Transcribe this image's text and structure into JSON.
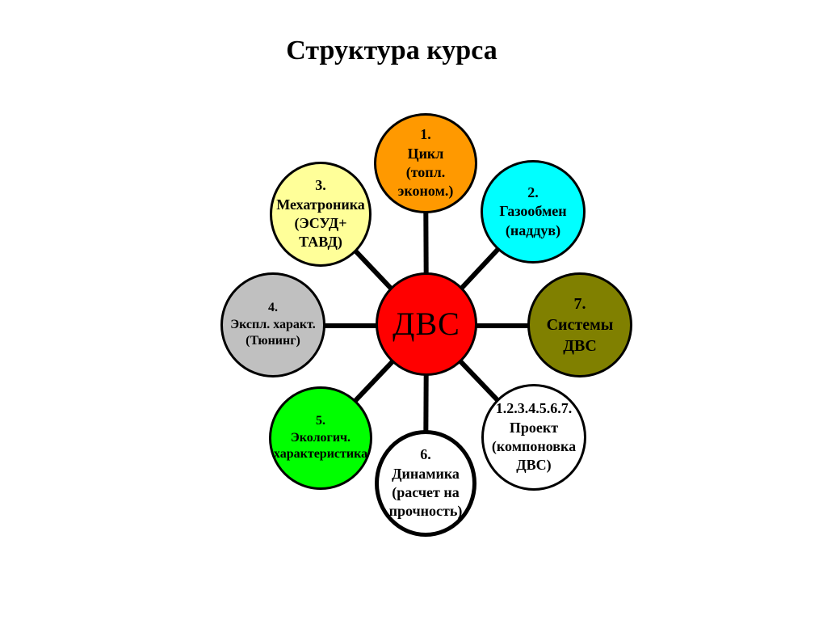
{
  "title": "Структура курса",
  "center": {
    "label": "ДВС",
    "color": "#ff0000"
  },
  "nodes": [
    {
      "id": "n1",
      "label": "1.\nЦикл\n(топл.\nэконом.)",
      "color": "#ff9900"
    },
    {
      "id": "n2",
      "label": "2.\nГазообмен\n(наддув)",
      "color": "#00ffff"
    },
    {
      "id": "n3",
      "label": "3.\nМехатроника\n(ЭСУД+\nТАВД)",
      "color": "#ffff99"
    },
    {
      "id": "n4",
      "label": "4.\nЭкспл. характ.\n(Тюнинг)",
      "color": "#c0c0c0"
    },
    {
      "id": "n5",
      "label": "5.\nЭкологич.\nхарактеристика",
      "color": "#00ff00"
    },
    {
      "id": "n6",
      "label": "6.\nДинамика\n(расчет на\nпрочность)",
      "color": "#ffffff"
    },
    {
      "id": "n7",
      "label": "7.\nСистемы\nДВС",
      "color": "#808000"
    },
    {
      "id": "n8",
      "label": "1.2.3.4.5.6.7.\nПроект\n(компоновка\nДВС)",
      "color": "#ffffff"
    }
  ]
}
